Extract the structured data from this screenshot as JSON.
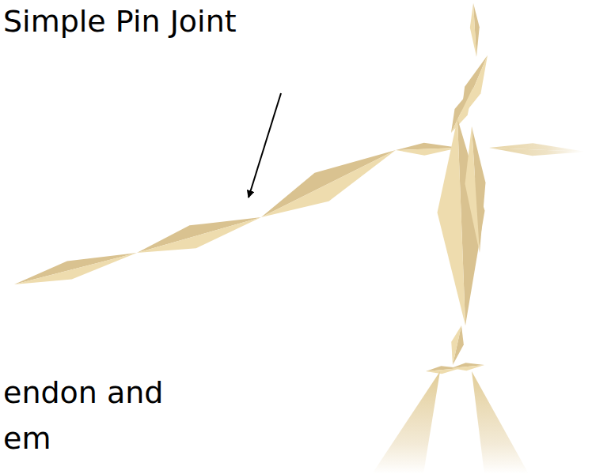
{
  "diagram": {
    "labels": [
      "Simple Pin Joint",
      "endon and",
      "em"
    ]
  }
}
